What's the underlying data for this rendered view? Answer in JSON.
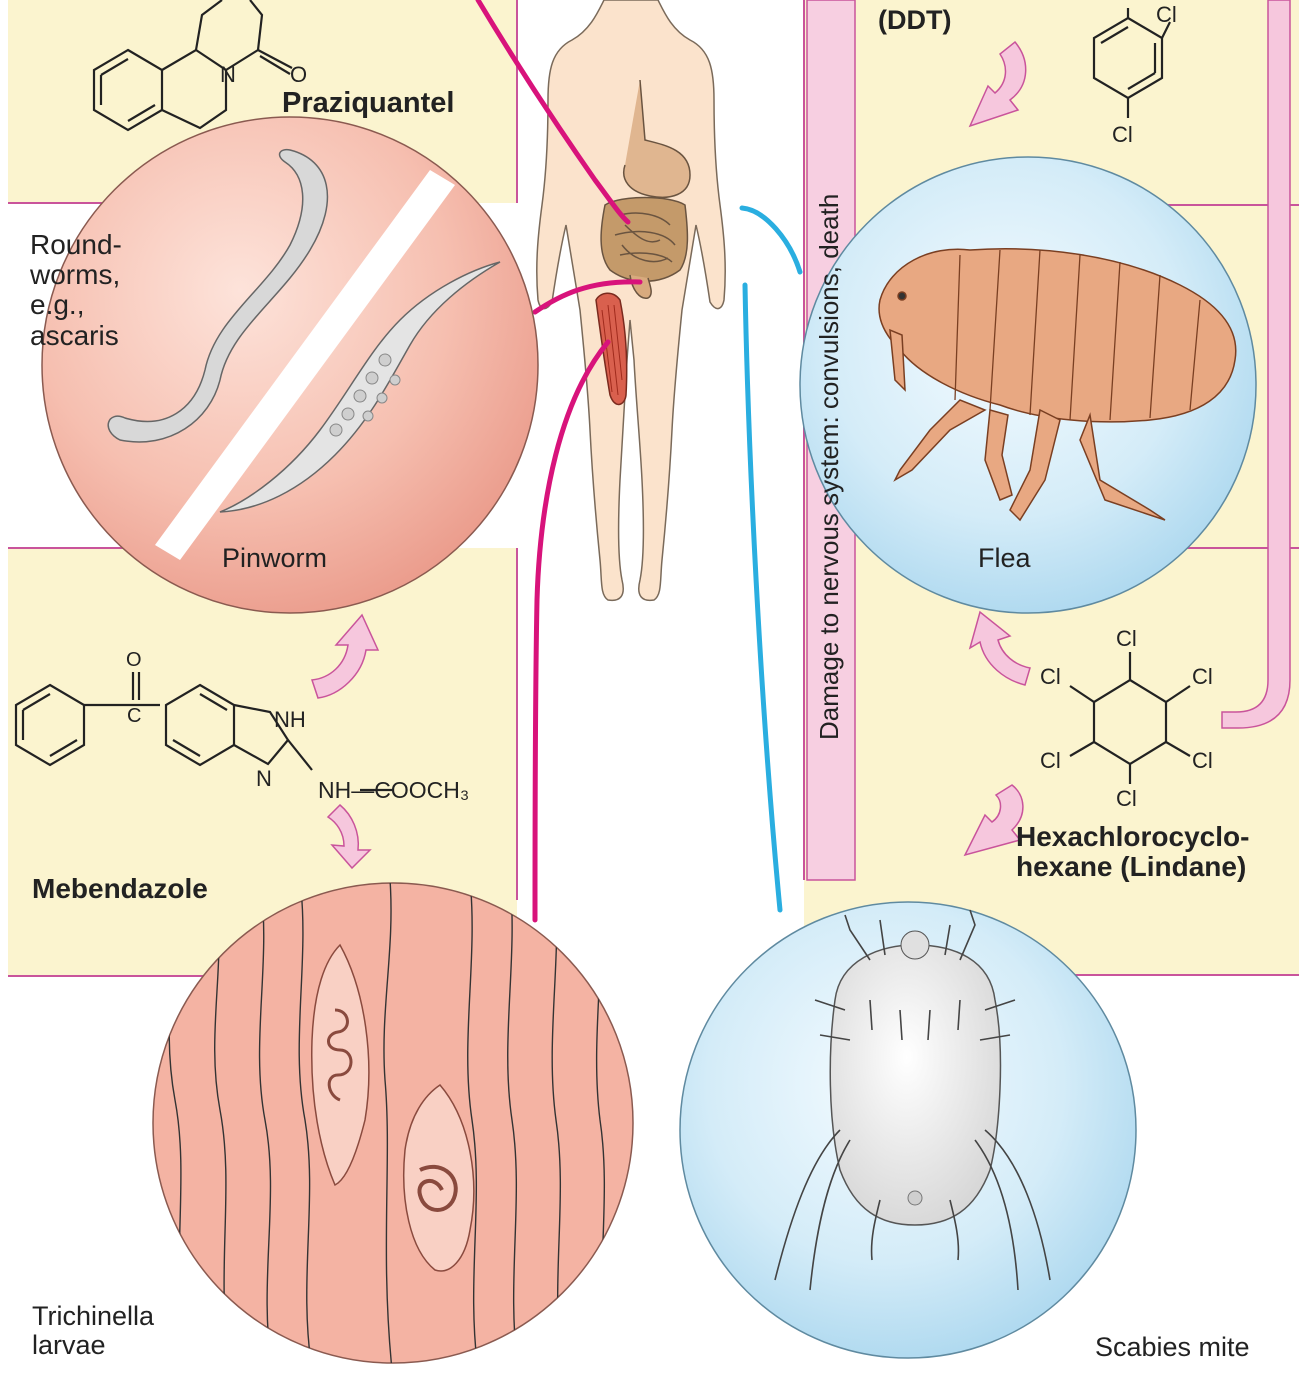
{
  "colors": {
    "panel_fill": "#fbf4cf",
    "panel_border": "#c9549b",
    "pink_arrow": "#f6c7dd",
    "magenta_line": "#d8137b",
    "blue_line": "#2aaee0",
    "worm_circle": "#f4b3a3",
    "insect_circle": "#cbe6f4",
    "body_skin": "#fbe3cc"
  },
  "labels": {
    "praziquantel": "Praziquantel",
    "roundworms": "Round-\nworms,\ne.g.,\nascaris",
    "pinworm": "Pinworm",
    "mebendazole": "Mebendazole",
    "trichinella": "Trichinella\nlarvae",
    "ddt": "(DDT)",
    "nervous_damage": "Damage to nervous system: convulsions, death",
    "flea": "Flea",
    "lindane": "Hexachlorocyclo-\nhexane (Lindane)",
    "scabies": "Scabies mite"
  },
  "chem": {
    "praziquantel_n": "N",
    "praziquantel_o": "O",
    "mebendazole_o": "O",
    "mebendazole_c": "C",
    "mebendazole_nh": "NH",
    "mebendazole_n": "N",
    "mebendazole_sidechain": "NH—COOCH₃",
    "cl": "Cl"
  },
  "icons": [
    "praziquantel-structure",
    "mebendazole-structure",
    "ddt-structure",
    "lindane-structure",
    "human-body",
    "roundworm",
    "pinworm",
    "trichinella",
    "flea",
    "scabies-mite"
  ]
}
